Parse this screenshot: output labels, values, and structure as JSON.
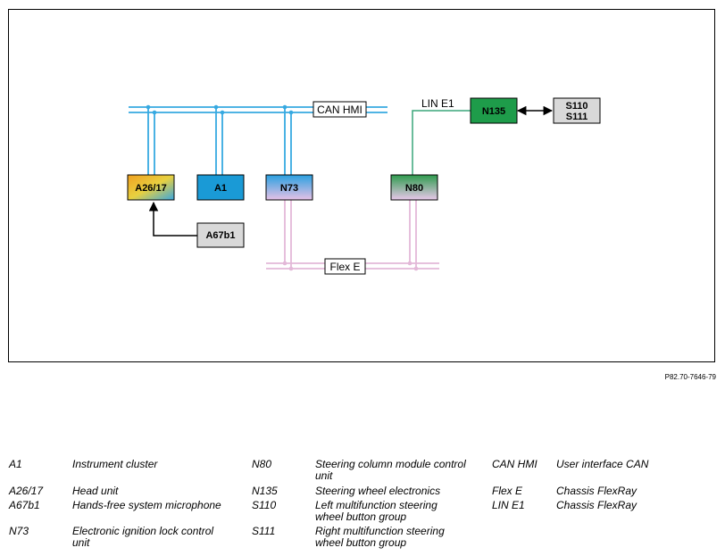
{
  "diagram": {
    "labels": {
      "can_hmi": "CAN HMI",
      "flex_e": "Flex E",
      "lin_e1": "LIN E1",
      "a26_17": "A26/17",
      "a1": "A1",
      "n73": "N73",
      "n80": "N80",
      "n135": "N135",
      "s110": "S110",
      "s111": "S111",
      "a67b1": "A67b1"
    },
    "colors": {
      "can": "#36a9e1",
      "flex": "#e3b8d8",
      "lin": "#3aa57a",
      "n135_fill": "#1e9c4a",
      "grey_box": "#d9d9d9",
      "a1_fill": "#1a9ad6"
    },
    "reference": "P82.70-7646-79"
  },
  "legend": [
    {
      "code": "A1",
      "desc": "Instrument cluster"
    },
    {
      "code": "A26/17",
      "desc": "Head unit"
    },
    {
      "code": "A67b1",
      "desc": "Hands-free system microphone"
    },
    {
      "code": "N73",
      "desc": "Electronic ignition lock control unit"
    },
    {
      "code": "N80",
      "desc": "Steering column module control unit"
    },
    {
      "code": "N135",
      "desc": "Steering wheel electronics"
    },
    {
      "code": "S110",
      "desc": "Left multifunction steering wheel button group"
    },
    {
      "code": "S111",
      "desc": "Right multifunction steering wheel button group"
    },
    {
      "code": "CAN HMI",
      "desc": "User interface CAN"
    },
    {
      "code": "Flex E",
      "desc": "Chassis FlexRay"
    },
    {
      "code": "LIN E1",
      "desc": "Chassis FlexRay"
    }
  ]
}
